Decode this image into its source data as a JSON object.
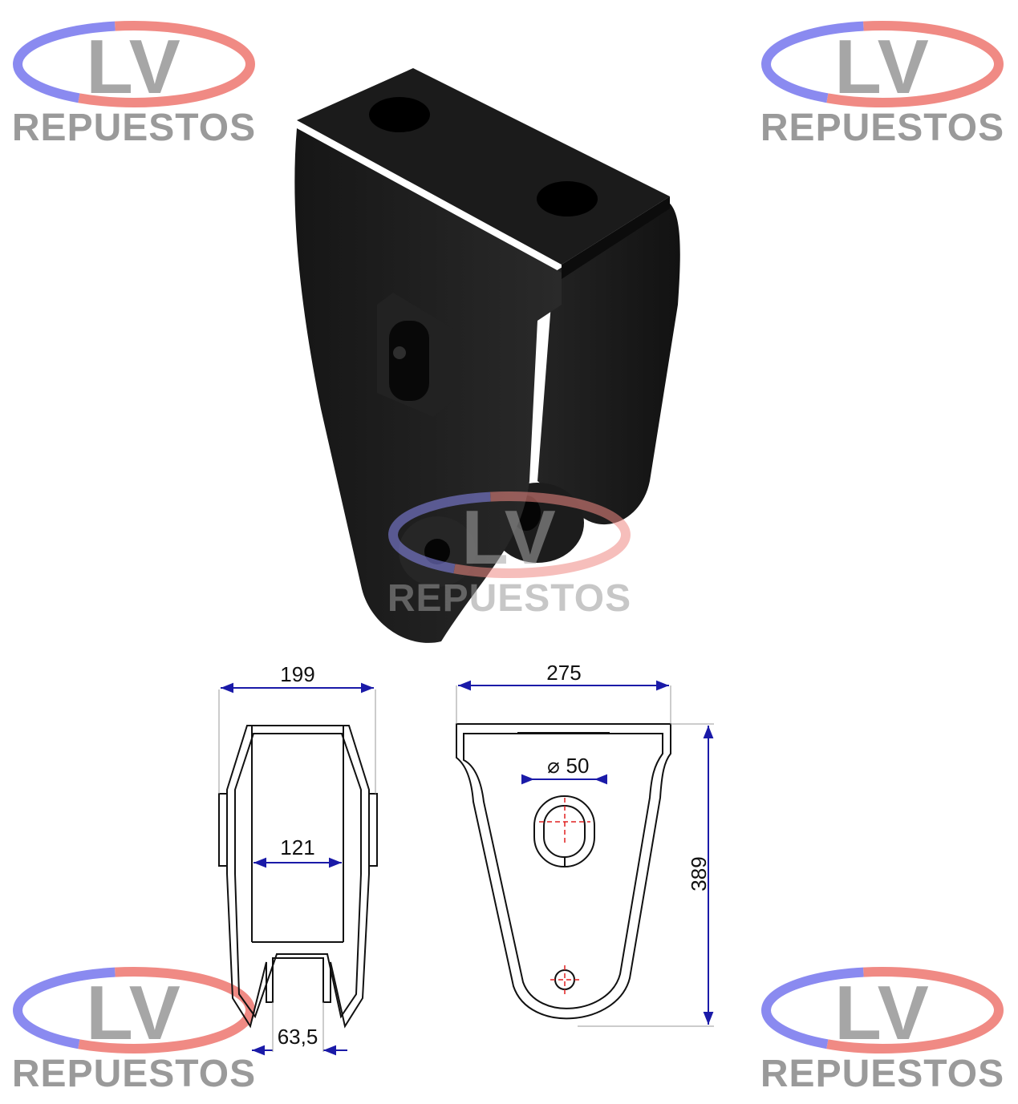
{
  "watermark": {
    "logo_text": "LV",
    "brand_text": "REPUESTOS",
    "colors": {
      "swoosh_left": "#e0463f",
      "swoosh_right": "#4a4ad6",
      "text": "#a6a6a6"
    }
  },
  "product": {
    "description_icon": "bracket-3d-render-icon",
    "color": "#1a1a1a"
  },
  "drawings": {
    "front_view": {
      "dim_total_width": "199",
      "dim_inner_width": "121",
      "dim_slot_width": "63,5"
    },
    "side_view": {
      "dim_width": "275",
      "dim_height": "389",
      "dim_diameter_symbol": "⌀",
      "dim_diameter": "50"
    },
    "dimension_line_color": "#1a1aa8",
    "centerline_color": "#e02020"
  }
}
